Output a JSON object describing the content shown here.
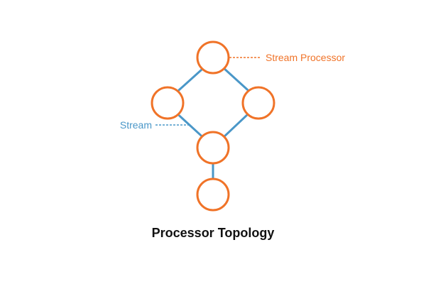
{
  "title": "Processor Topology",
  "labels": {
    "processor": "Stream Processor",
    "stream": "Stream"
  },
  "colors": {
    "node": "#f07328",
    "stream": "#4a97c8",
    "title": "#111111",
    "background": "#ffffff"
  },
  "nodes": [
    {
      "id": "top"
    },
    {
      "id": "left"
    },
    {
      "id": "right"
    },
    {
      "id": "middle"
    },
    {
      "id": "bottom"
    }
  ],
  "edges": [
    {
      "from": "top",
      "to": "left"
    },
    {
      "from": "top",
      "to": "right"
    },
    {
      "from": "left",
      "to": "middle"
    },
    {
      "from": "right",
      "to": "middle"
    },
    {
      "from": "middle",
      "to": "bottom"
    }
  ]
}
